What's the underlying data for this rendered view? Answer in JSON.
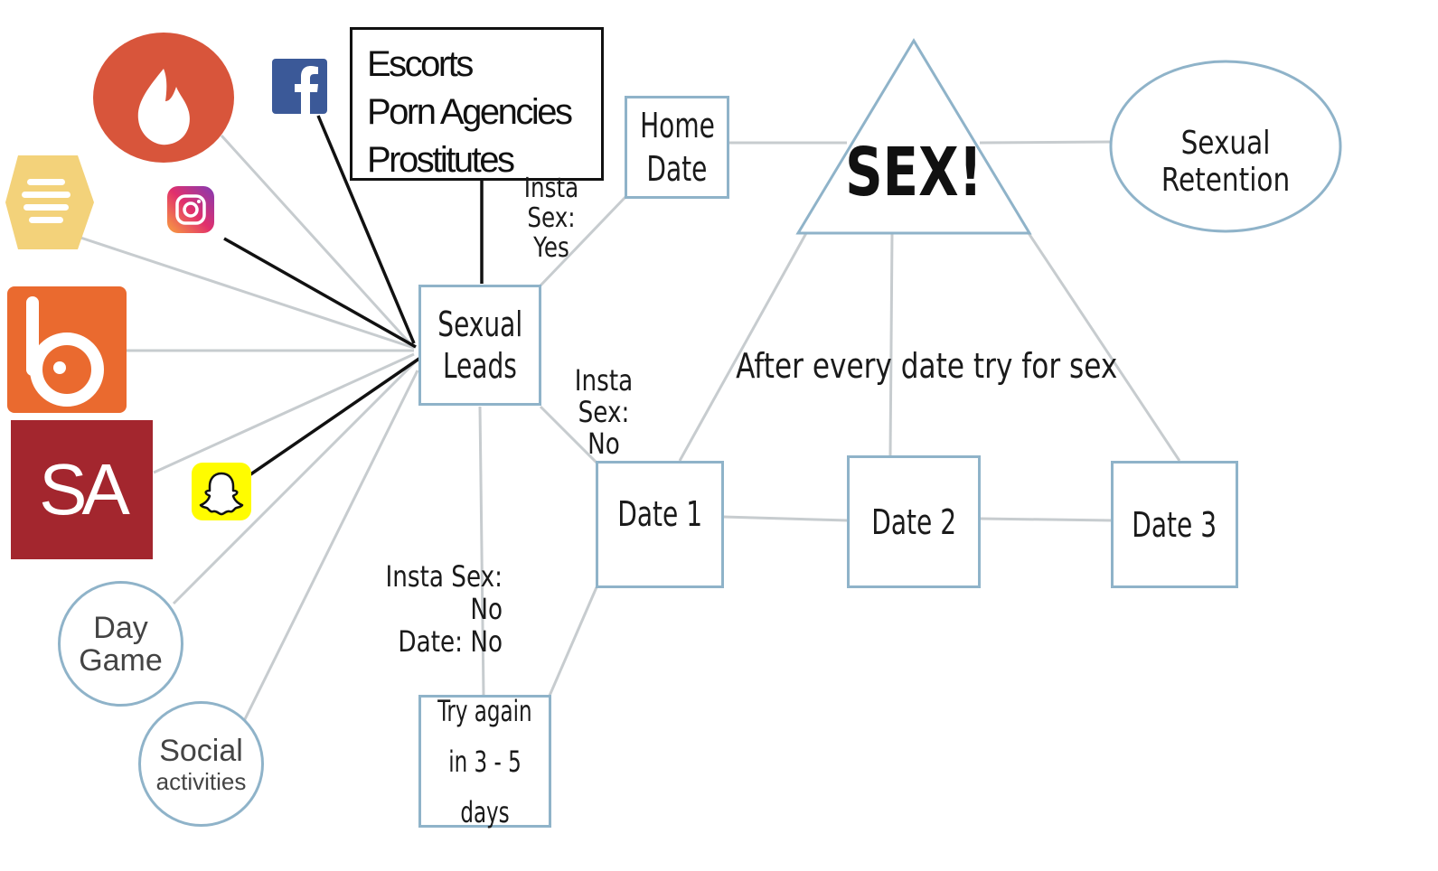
{
  "sources": {
    "box_lines": [
      "Escorts",
      "Porn Agencies",
      "Prostitutes"
    ],
    "badge_sa": "SA",
    "day_game": [
      "Day",
      "Game"
    ],
    "social": [
      "Social",
      "activities"
    ]
  },
  "nodes": {
    "sexual_leads": [
      "Sexual",
      "Leads"
    ],
    "home_date": [
      "Home",
      "Date"
    ],
    "sex": "SEX!",
    "retention": "Sexual Retention",
    "date1": "Date 1",
    "date2": "Date 2",
    "date3": "Date 3",
    "try_again": [
      "Try again",
      "in 3 - 5 days"
    ]
  },
  "edge_labels": {
    "insta_yes": [
      "Insta Sex:",
      "Yes"
    ],
    "insta_no": [
      "Insta Sex:",
      "No"
    ],
    "insta_no_date_no": [
      "Insta Sex: No",
      "Date: No"
    ],
    "after_every_date": "After every date try for sex"
  },
  "icons": {
    "tinder": "tinder-flame-icon",
    "bumble": "bumble-hive-icon",
    "badoo": "badoo-icon",
    "facebook": "facebook-icon",
    "instagram": "instagram-icon",
    "snapchat": "snapchat-ghost-icon"
  },
  "colors": {
    "box_border": "#8fb3c9",
    "line": "#c7cccf",
    "tinder": "#d8553b",
    "bumble": "#f3d27a",
    "badoo": "#ea6a2f",
    "sa": "#a3262e",
    "facebook": "#3b5998",
    "snapchat": "#fffc00"
  }
}
